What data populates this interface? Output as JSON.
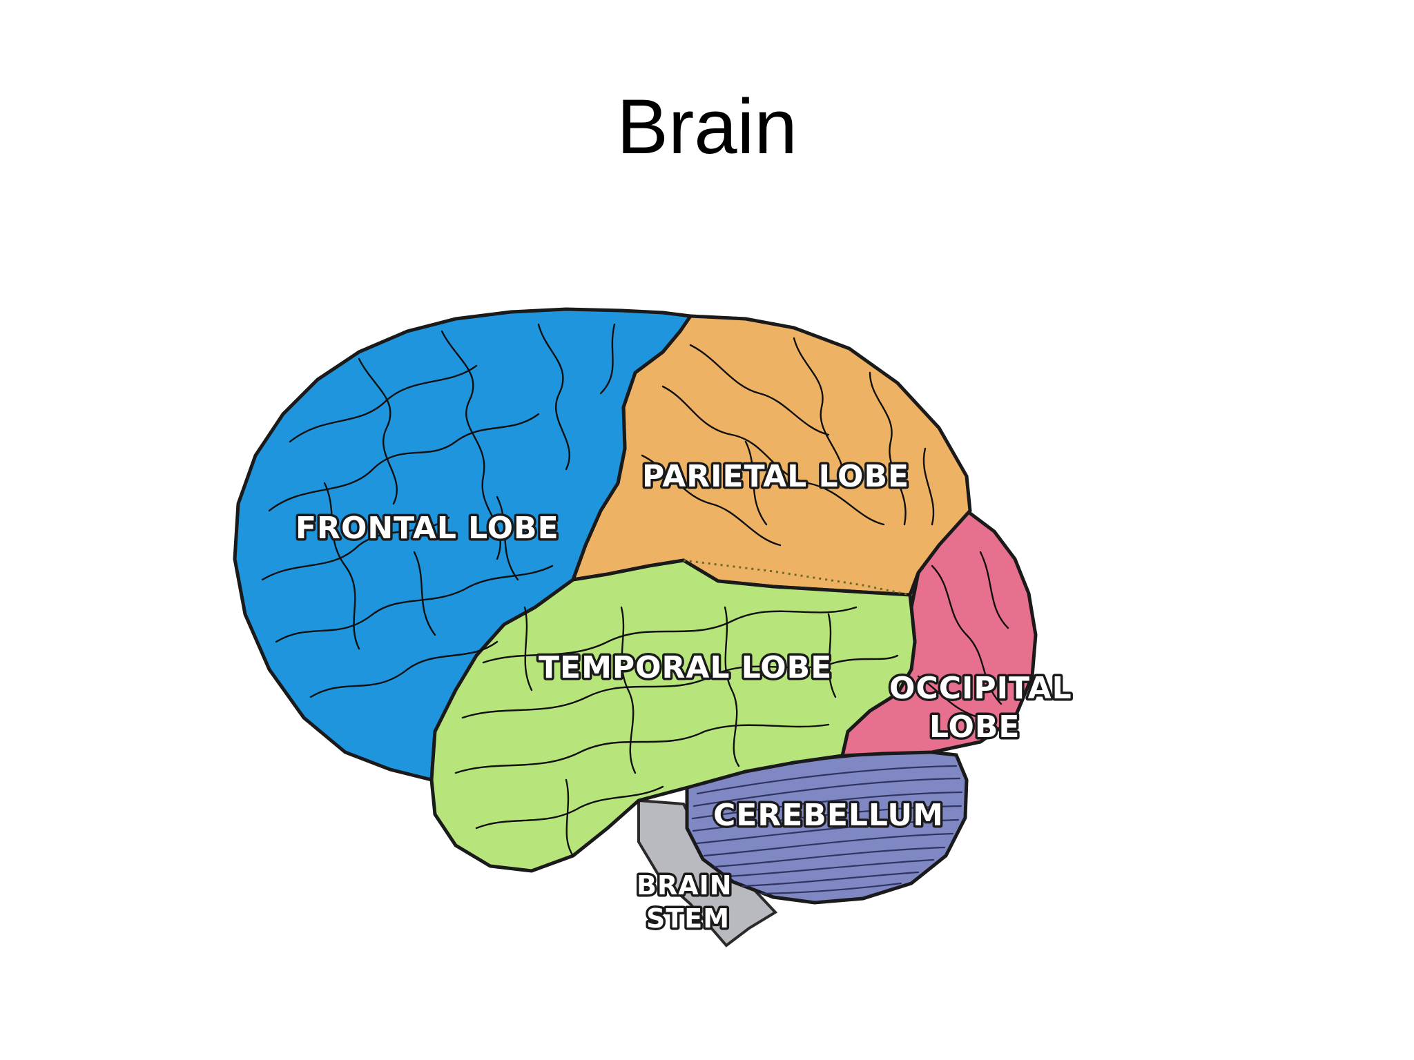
{
  "title": "Brain",
  "labels": {
    "frontal": "FRONTAL LOBE",
    "parietal": "PARIETAL LOBE",
    "temporal": "TEMPORAL LOBE",
    "occipital_line1": "OCCIPITAL",
    "occipital_line2": "LOBE",
    "cerebellum": "CEREBELLUM",
    "brainstem_line1": "BRAIN",
    "brainstem_line2": "STEM"
  },
  "colors": {
    "frontal": "#1f95dd",
    "parietal": "#eeb264",
    "temporal": "#b8e47c",
    "occipital": "#e8708f",
    "cerebellum": "#7f88c2",
    "brainstem": "#b9bac0"
  }
}
